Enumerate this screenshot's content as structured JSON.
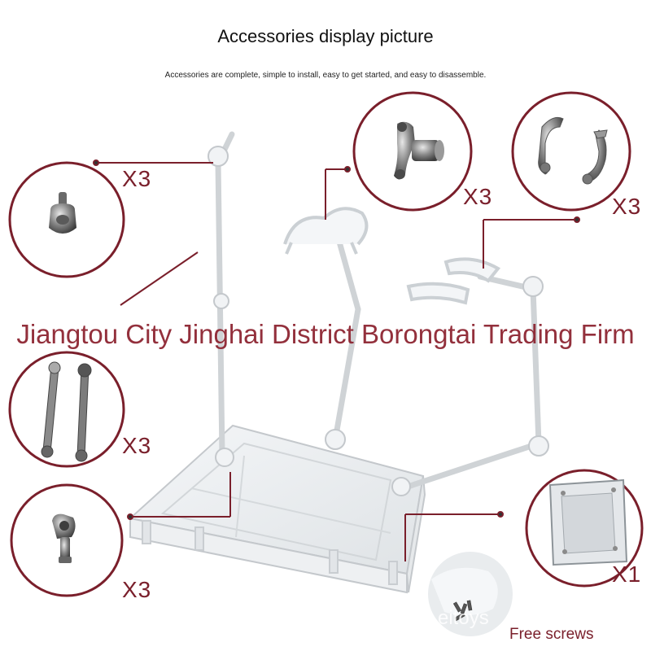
{
  "header": {
    "title": "Accessories display picture",
    "subtitle": "Accessories are complete, simple to install, easy to get started, and easy to disassemble."
  },
  "watermark": "Jiangtou City Jinghai District Borongtai Trading Firm",
  "callouts": [
    {
      "quantity": "X3"
    },
    {
      "quantity": "X3"
    },
    {
      "quantity": "X3"
    },
    {
      "quantity": "X3"
    },
    {
      "quantity": "X3"
    },
    {
      "quantity": "X1"
    }
  ],
  "screws": {
    "label": "Free screws",
    "faint_text": "eitoys"
  },
  "colors": {
    "accent": "#7a1f2b",
    "circle_border": "#7a1f2b",
    "leader": "#7a1f2b",
    "background": "#ffffff"
  }
}
